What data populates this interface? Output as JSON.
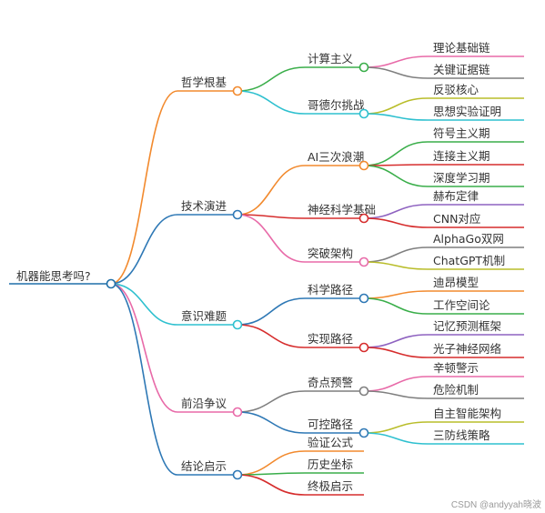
{
  "root": "机器能思考吗?",
  "watermark": "CSDN @andyyah晓波",
  "colors": {
    "root_line": "#1f6fa8",
    "branch_orange": "#f28a2e",
    "branch_blue": "#2e78b5",
    "branch_cyan": "#2ec0cf",
    "branch_pink": "#e86aa8",
    "branch_green": "#3aae4a",
    "branch_red": "#d62d2d",
    "branch_purple": "#8e62c0",
    "branch_gray": "#7f7f7f",
    "branch_olive": "#b9bd2a"
  },
  "branches": [
    {
      "label": "哲学根基",
      "color": "#f28a2e",
      "children": [
        {
          "label": "计算主义",
          "color": "#3aae4a",
          "children": [
            {
              "label": "理论基础链",
              "color": "#e86aa8"
            },
            {
              "label": "关键证据链",
              "color": "#7f7f7f"
            }
          ]
        },
        {
          "label": "哥德尔挑战",
          "color": "#2ec0cf",
          "children": [
            {
              "label": "反驳核心",
              "color": "#b9bd2a"
            },
            {
              "label": "思想实验证明",
              "color": "#2ec0cf"
            }
          ]
        }
      ]
    },
    {
      "label": "技术演进",
      "color": "#2e78b5",
      "children": [
        {
          "label": "AI三次浪潮",
          "color": "#f28a2e",
          "children": [
            {
              "label": "符号主义期",
              "color": "#3aae4a"
            },
            {
              "label": "连接主义期",
              "color": "#d62d2d"
            },
            {
              "label": "深度学习期",
              "color": "#3aae4a"
            }
          ]
        },
        {
          "label": "神经科学基础",
          "color": "#d62d2d",
          "children": [
            {
              "label": "赫布定律",
              "color": "#8e62c0"
            },
            {
              "label": "CNN对应",
              "color": "#d62d2d"
            }
          ]
        },
        {
          "label": "突破架构",
          "color": "#e86aa8",
          "children": [
            {
              "label": "AlphaGo双网",
              "color": "#7f7f7f"
            },
            {
              "label": "ChatGPT机制",
              "color": "#b9bd2a"
            }
          ]
        }
      ]
    },
    {
      "label": "意识难题",
      "color": "#2ec0cf",
      "children": [
        {
          "label": "科学路径",
          "color": "#2e78b5",
          "children": [
            {
              "label": "迪昂模型",
              "color": "#f28a2e"
            },
            {
              "label": "工作空间论",
              "color": "#3aae4a"
            }
          ]
        },
        {
          "label": "实现路径",
          "color": "#d62d2d",
          "children": [
            {
              "label": "记忆预测框架",
              "color": "#8e62c0"
            },
            {
              "label": "光子神经网络",
              "color": "#d62d2d"
            }
          ]
        }
      ]
    },
    {
      "label": "前沿争议",
      "color": "#e86aa8",
      "children": [
        {
          "label": "奇点预警",
          "color": "#7f7f7f",
          "children": [
            {
              "label": "辛顿警示",
              "color": "#e86aa8"
            },
            {
              "label": "危险机制",
              "color": "#7f7f7f"
            }
          ]
        },
        {
          "label": "可控路径",
          "color": "#2e78b5",
          "children": [
            {
              "label": "自主智能架构",
              "color": "#b9bd2a"
            },
            {
              "label": "三防线策略",
              "color": "#2ec0cf"
            }
          ]
        }
      ]
    },
    {
      "label": "结论启示",
      "color": "#2e78b5",
      "children": [
        {
          "label": "验证公式",
          "color": "#f28a2e"
        },
        {
          "label": "历史坐标",
          "color": "#3aae4a"
        },
        {
          "label": "终极启示",
          "color": "#d62d2d"
        }
      ]
    }
  ]
}
